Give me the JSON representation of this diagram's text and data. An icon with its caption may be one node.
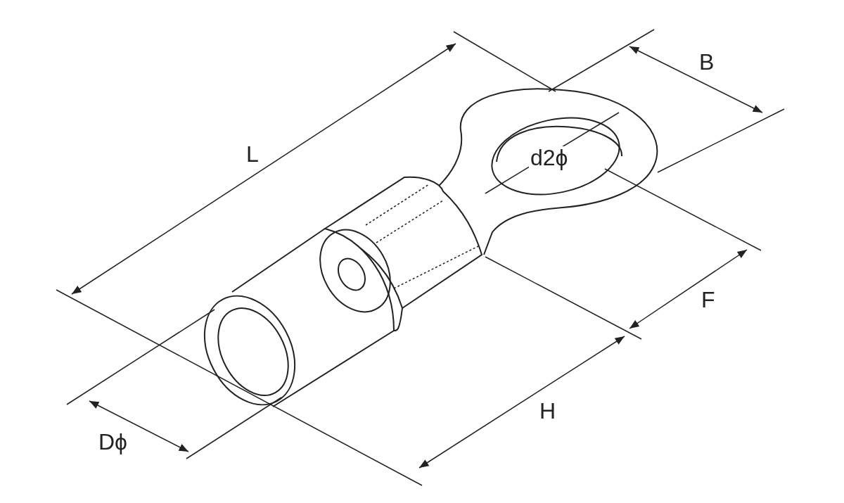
{
  "diagram": {
    "labels": [
      "L",
      "B",
      "d2ϕ",
      "F",
      "H",
      "Dϕ"
    ]
  }
}
